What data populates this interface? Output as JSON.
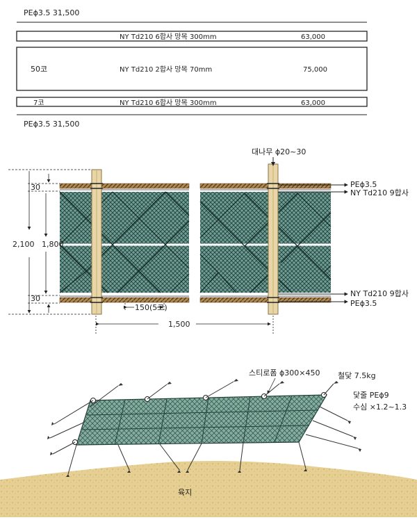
{
  "top_spec": {
    "top_rope": "PEϕ3.5 31,500",
    "row1": {
      "label": "",
      "net": "NY Td210 6합사 망목 300mm",
      "length": "63,000"
    },
    "row2": {
      "label": "50코",
      "net": "NY Td210 2합사  망목 70mm",
      "length": "75,000"
    },
    "row3": {
      "label": "7코",
      "net": "NY Td210 6합사 망목 300mm",
      "length": "63,000"
    },
    "bottom_rope": "PEϕ3.5 31,500"
  },
  "elevation": {
    "pole_label": "대나무 ϕ20~30",
    "total_height": "2,100",
    "edge_height_top": "30",
    "edge_height_bottom": "30",
    "net_height": "1,800",
    "mesh_count": "150(5코)",
    "pole_spacing": "1,500",
    "right_top_rope": "PEϕ3.5",
    "right_top_net": "NY Td210 9합사",
    "right_bottom_net": "NY Td210 9합사",
    "right_bottom_rope": "PEϕ3.5",
    "colors": {
      "net": "#5f8f86",
      "mesh_line": "#1f3f3a",
      "pole": "#e9d6a8",
      "rope": "#8c6a3a"
    }
  },
  "perspective": {
    "float_label": "스티로폼 ϕ300×450",
    "anchor_label": "철닻 7.5kg",
    "anchor_rope": "닻줄 PEϕ9",
    "depth_ratio": "수심 ×1.2~1.3",
    "ground_label": "육지",
    "colors": {
      "ground": "#e2c98a",
      "net": "#5f8f86"
    }
  }
}
